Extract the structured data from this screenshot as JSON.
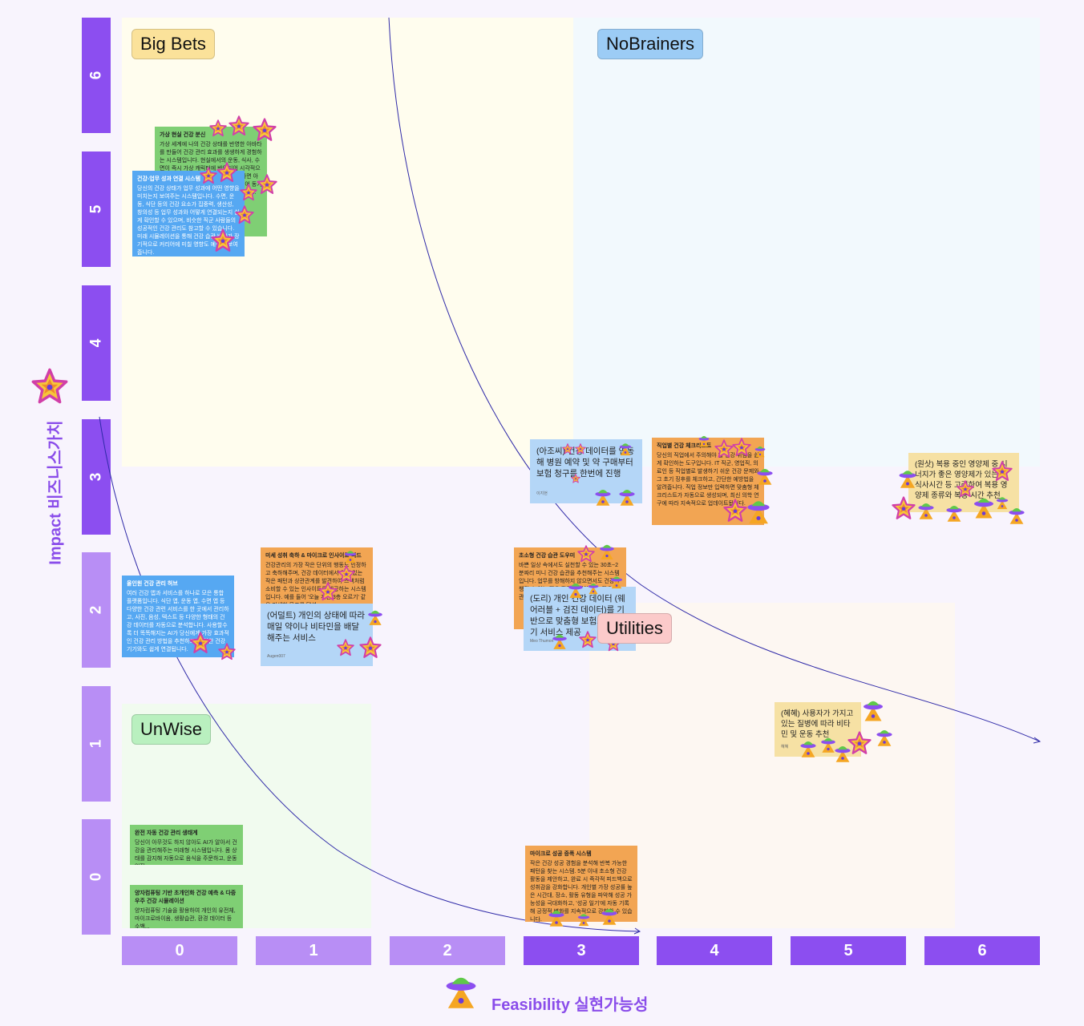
{
  "quadrants": {
    "big_bets": "Big Bets",
    "no_brainers": "NoBrainers",
    "utilities": "Utilities",
    "unwise": "UnWise"
  },
  "y_axis": {
    "title": "Impact 비즈니스가치",
    "ticks": [
      "6",
      "5",
      "4",
      "3",
      "2",
      "1",
      "0"
    ]
  },
  "x_axis": {
    "title": "Feasibility 실현가능성",
    "ticks": [
      "0",
      "1",
      "2",
      "3",
      "4",
      "5",
      "6"
    ]
  },
  "notes": [
    {
      "id": "n1",
      "title": "가상 현실 건강 분신",
      "body": "가상 세계에 나의 건강 상태를 반영한 아바타를 만들어 건강 관리 효과를 생생하게 경험하는 시스템입니다. 현실에서의 운동, 식사, 수면이 즉시 가상 캐릭터에 반영되어 시각적으로 확인할 수 있습니다. 목표를 달성하면 아바타가 건강해지고 보상을 받을 수 있어 동기부여가 됩니다. 시간에 따른 변화를 추적..."
    },
    {
      "id": "n2",
      "title": "건강-업무 성과 연결 시스템",
      "body": "당신의 건강 상태가 업무 성과에 어떤 영향을 미치는지 보여주는 시스템입니다. 수면, 운동, 식단 등의 건강 요소가 집중력, 생산성, 창의성 등 업무 성과와 어떻게 연결되는지 쉽게 확인할 수 있으며, 비슷한 직군 사람들의 성공적인 건강 관리도 참고할 수 있습니다. 미래 시뮬레이션을 통해 건강 습관 변화가 장기적으로 커리어에 미칠 영향도 예측해 보여줍니다."
    },
    {
      "id": "n3",
      "title": "올인원 건강 관리 허브",
      "body": "여러 건강 앱과 서비스를 하나로 모은 통합 플랫폼입니다. 식단 앱, 운동 앱, 수면 앱 등 다양한 건강 관련 서비스를 한 곳에서 관리하고, 사진, 음성, 텍스트 등 다양한 형태의 건강 데이터를 자동으로 분석합니다. 사용할수록 더 똑똑해지는 AI가 당신에게 가장 효과적인 건강 관리 방법을 추천하고, 다양한 건강 기기와도 쉽게 연결됩니다."
    },
    {
      "id": "n4",
      "title": "미세 성취 축하 & 마이크로 인사이트 피드",
      "body": "건강관리의 가장 작은 단위의 행동도 인정하고 축하해주며, 건강 데이터에서 의미 있는 작은 패턴과 상관관계를 발견하여 스낵처럼 소비할 수 있는 인사이트를 제공하는 시스템입니다. 예를 들어 '오늘 계단 3층 오르기' 같은 미세한 목표를 달성..."
    },
    {
      "id": "n5",
      "title": "",
      "body": "(어덜트) 개인의 상태에 따라 매일 약이나 비타민을 배달해주는 서비스",
      "author": "Augen007"
    },
    {
      "id": "n6",
      "title": "",
      "body": "(아조씨) 건강 데이터를 연동해 병원 예약 및 약 구매부터 보험 청구를 한번에 진행",
      "author": "이지현"
    },
    {
      "id": "n7",
      "title": "직업별 건강 체크리스트",
      "body": "당신의 직업에서 주의해야 할 건강 위험을 쉽게 확인하는 도구입니다. IT 직군, 영업직, 의료인 등 직업별로 발생하기 쉬운 건강 문제와 그 초기 징후를 체크하고, 간단한 예방법을 알려줍니다. 직업 정보만 입력하면 맞춤형 체크리스트가 자동으로 생성되며, 최신 의학 연구에 따라 지속적으로 업데이트됩니다."
    },
    {
      "id": "n8",
      "title": "초소형 건강 습관 도우미",
      "body": "바쁜 일상 속에서도 실천할 수 있는 30초~2분짜리 미니 건강 습관을 추천해주는 시스템입니다. 업무를 방해하지 않으면서도 건강을 챙길 수 있는 짧은 활동을 제안하고, 작은 습관이 모여 큰 변화를 만들어냅니다."
    },
    {
      "id": "n9",
      "title": "",
      "body": "(도리) 개인 건강 데이터 (웨어러블 + 검진 데이터)를 기반으로 맞춤형 보험료 계산기 서비스 제공",
      "author": "Meo Thumon"
    },
    {
      "id": "n10",
      "title": "",
      "body": "(원삿) 복용 중인 영양제 중 시너지가 좋은 영양제가 있는지, 식사시간 등 고려하여 복용 영양제 종류와 복용 시간 추천",
      "author": ""
    },
    {
      "id": "n11",
      "title": "",
      "body": "(혜혜) 사용자가 가지고 있는 질병에 따라 비타민 및 운동 추천",
      "author": "혜혜"
    },
    {
      "id": "n12",
      "title": "완전 자동 건강 관리 생태계",
      "body": "당신이 아무것도 하지 않아도 AI가 알아서 건강을 관리해주는 미래형 시스템입니다. 몸 상태를 감지해 자동으로 음식을 주문하고, 운동 일정..."
    },
    {
      "id": "n13",
      "title": "양자컴퓨팅 기반 초개인화 건강 예측 & 다중우주 건강 시뮬레이션",
      "body": "양자컴퓨팅 기술을 활용하여 개인의 유전체, 마이크로바이옴, 생활습관, 환경 데이터 등 수백..."
    },
    {
      "id": "n14",
      "title": "마이크로 성공 증폭 시스템",
      "body": "작은 건강 성공 경험을 분석해 반복 가능한 패턴을 찾는 시스템. 5분 이내 초소형 건강 활동을 제안하고, 완료 시 즉각적 피드백으로 성취감을 강화합니다. 개인별 가장 성공률 높은 시간대, 장소, 활동 유형을 파악해 성공 가능성을 극대화하고, '성공 일기'에 자동 기록해 긍정적 변화를 지속적으로 강화할 수 있습니다."
    }
  ],
  "colors": {
    "purple_dark": "#8c4ef0",
    "purple_light": "#b88ef5",
    "green_note": "#7fcf74",
    "blue_note": "#56a8f2",
    "light_blue_note": "#b4d6f7",
    "orange_note": "#f2a553",
    "yellow_note": "#f6e1a4"
  }
}
